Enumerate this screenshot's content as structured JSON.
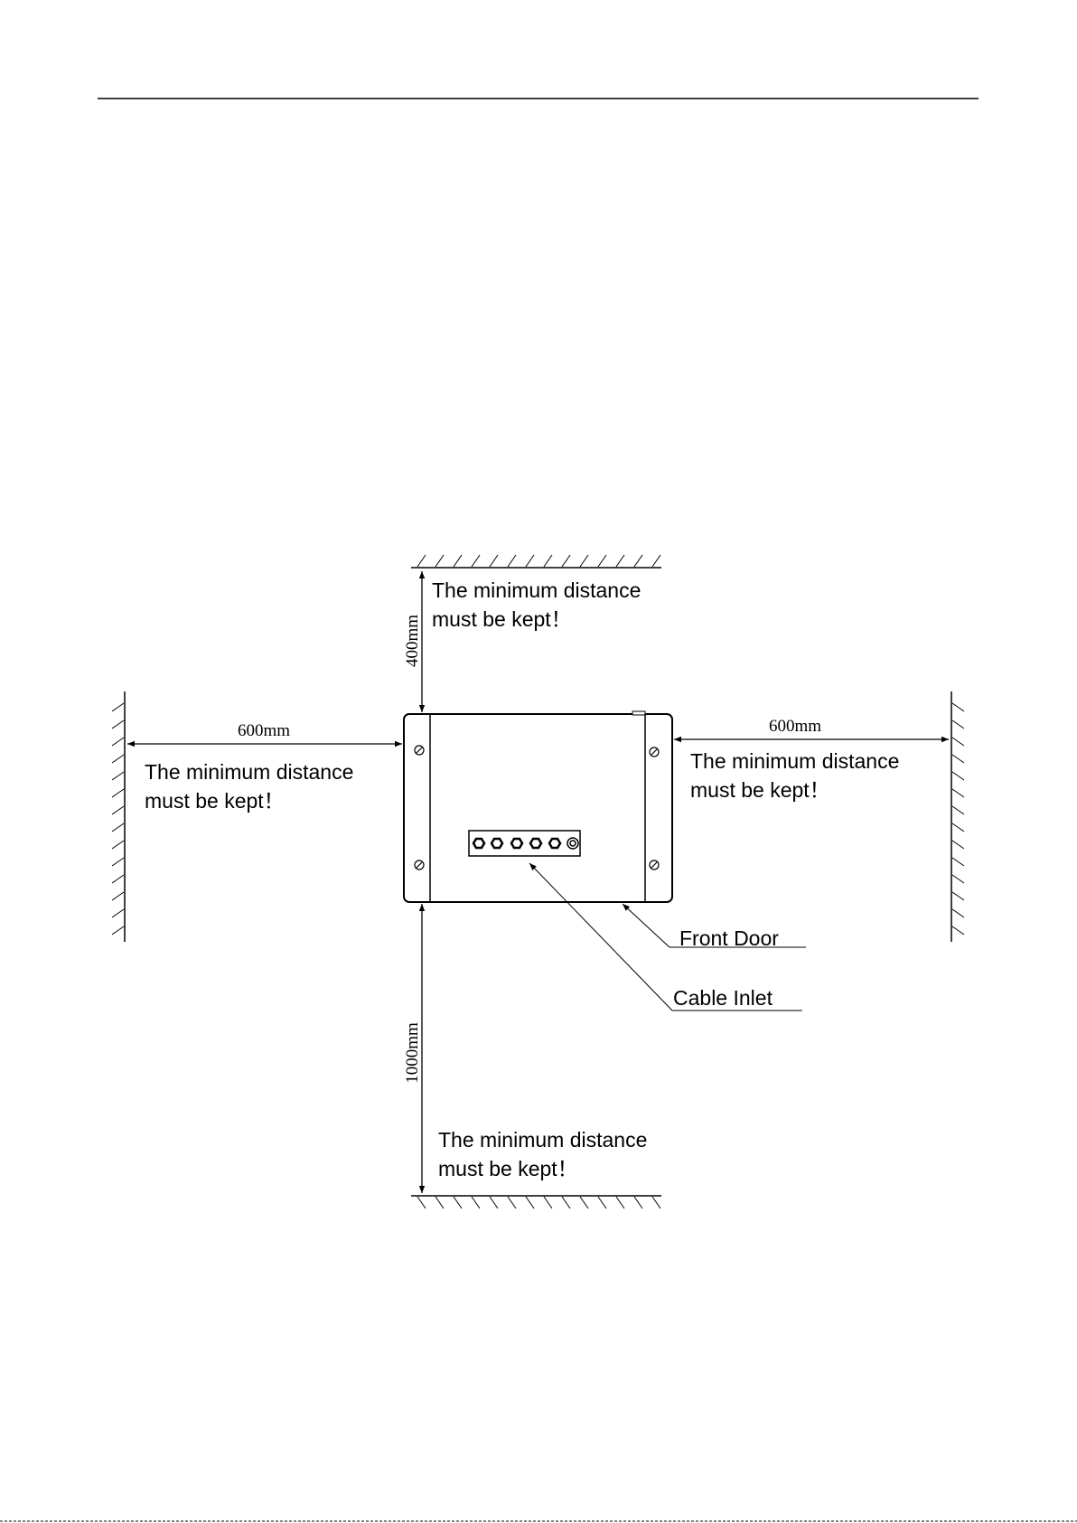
{
  "labels": {
    "top_note_line1": "The minimum distance",
    "top_note_line2": "must be kept！",
    "left_note_line1": "The minimum distance",
    "left_note_line2": "must be kept！",
    "right_note_line1": "The minimum distance",
    "right_note_line2": "must be kept！",
    "bottom_note_line1": "The minimum distance",
    "bottom_note_line2": "must be kept！",
    "front_door": "Front Door",
    "cable_inlet": "Cable Inlet"
  },
  "dimensions": {
    "top": "400mm",
    "left": "600mm",
    "right": "600mm",
    "bottom": "1000mm"
  }
}
